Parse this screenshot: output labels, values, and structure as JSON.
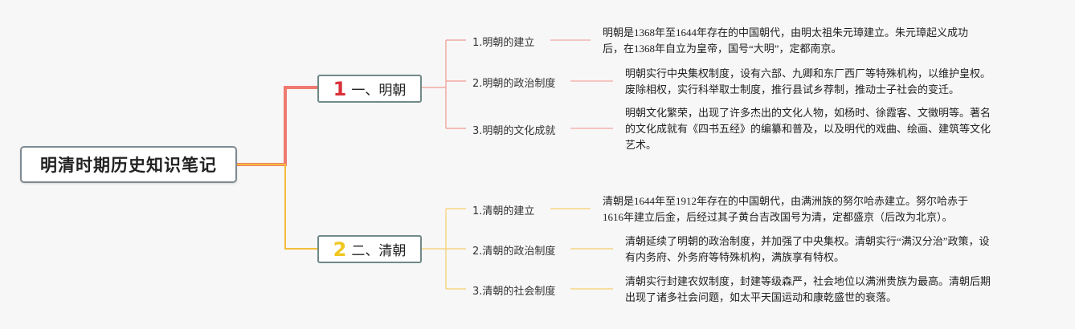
{
  "root": {
    "title": "明清时期历史知识笔记"
  },
  "colors": {
    "ming_branch": "#ee7a70",
    "ming_num": "#d9303b",
    "qing_branch": "#f3be3a",
    "qing_num": "#f0c61e"
  },
  "branches": [
    {
      "num": "1",
      "label": "一、明朝",
      "topics": [
        {
          "title": "1.明朝的建立",
          "desc": [
            "明朝是1368年至1644年存在的中国朝代，由明太祖朱元璋建立。朱元璋起义成功",
            "后，在1368年自立为皇帝，国号“大明”，定都南京。"
          ]
        },
        {
          "title": "2.明朝的政治制度",
          "desc": [
            "明朝实行中央集权制度，设有六部、九卿和东厂西厂等特殊机构，以维护皇权。",
            "废除相权，实行科举取士制度，推行县试乡荐制，推动士子社会的变迁。"
          ]
        },
        {
          "title": "3.明朝的文化成就",
          "desc": [
            "明朝文化繁荣，出现了许多杰出的文化人物，如杨时、徐霞客、文徵明等。著名",
            "的文化成就有《四书五经》的编纂和普及，以及明代的戏曲、绘画、建筑等文化",
            "艺术。"
          ]
        }
      ]
    },
    {
      "num": "2",
      "label": "二、清朝",
      "topics": [
        {
          "title": "1.清朝的建立",
          "desc": [
            "清朝是1644年至1912年存在的中国朝代，由满洲族的努尔哈赤建立。努尔哈赤于",
            "1616年建立后金，后经过其子黄台吉改国号为清，定都盛京（后改为北京）。"
          ]
        },
        {
          "title": "2.清朝的政治制度",
          "desc": [
            "清朝延续了明朝的政治制度，并加强了中央集权。清朝实行“满汉分治”政策，设",
            "有内务府、外务府等特殊机构，满族享有特权。"
          ]
        },
        {
          "title": "3.清朝的社会制度",
          "desc": [
            "清朝实行封建农奴制度，封建等级森严，社会地位以满洲贵族为最高。清朝后期",
            "出现了诸多社会问题，如太平天国运动和康乾盛世的衰落。"
          ]
        }
      ]
    }
  ]
}
